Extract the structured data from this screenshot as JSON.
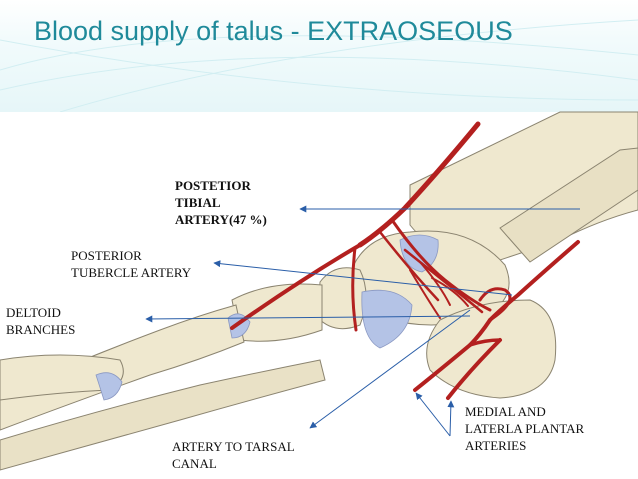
{
  "title": "Blood supply of talus - EXTRAOSEOUS",
  "labels": {
    "posterior_tibial": [
      "POSTETIOR",
      "TIBIAL",
      "ARTERY(47 %)"
    ],
    "posterior_tubercle": [
      "POSTERIOR",
      "TUBERCLE ARTERY"
    ],
    "deltoid": [
      "DELTOID",
      "BRANCHES"
    ],
    "tarsal_canal": [
      "ARTERY TO TARSAL",
      "CANAL"
    ],
    "plantar": [
      "MEDIAL AND",
      "LATERLA PLANTAR",
      "ARTERIES"
    ]
  },
  "colors": {
    "title": "#1f8a9a",
    "artery": "#b3201f",
    "bone": "#efe8cf",
    "cartilage": "#b4c3e6",
    "pointer": "#2a5ea8"
  }
}
